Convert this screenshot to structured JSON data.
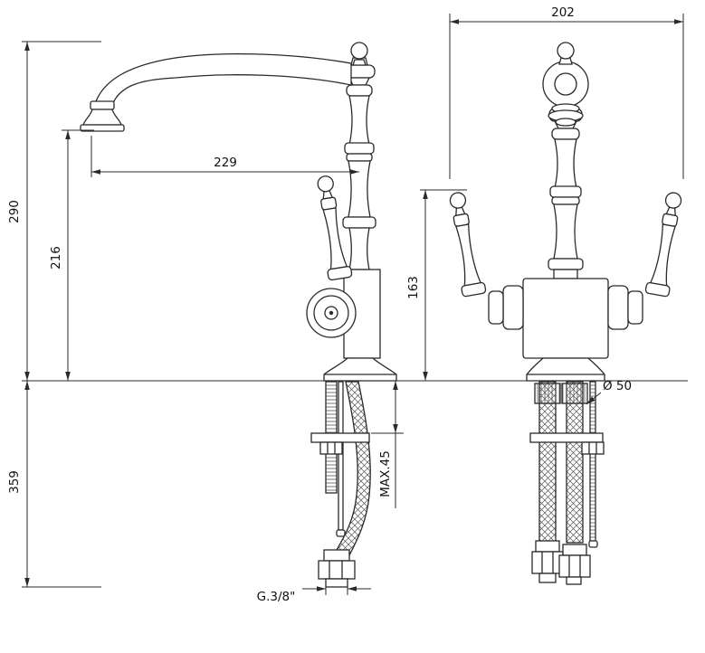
{
  "page": {
    "background": "#ffffff",
    "line_color": "#2a2a2a"
  },
  "drawing": {
    "type": "technical-drawing",
    "subject": "classic two-handle single-hole faucet, side view and front view with flexible supply hoses",
    "views": [
      {
        "name": "side-view"
      },
      {
        "name": "front-view"
      }
    ],
    "dimensions": {
      "width_overall": "202",
      "height_overall": "290",
      "height_spout_outlet": "216",
      "spout_reach": "229",
      "height_handles": "163",
      "hose_drop_below_deck": "359",
      "max_deck_thickness": "MAX.45",
      "base_diameter": "Ø 50",
      "connection_thread": "G.3/8\""
    }
  }
}
